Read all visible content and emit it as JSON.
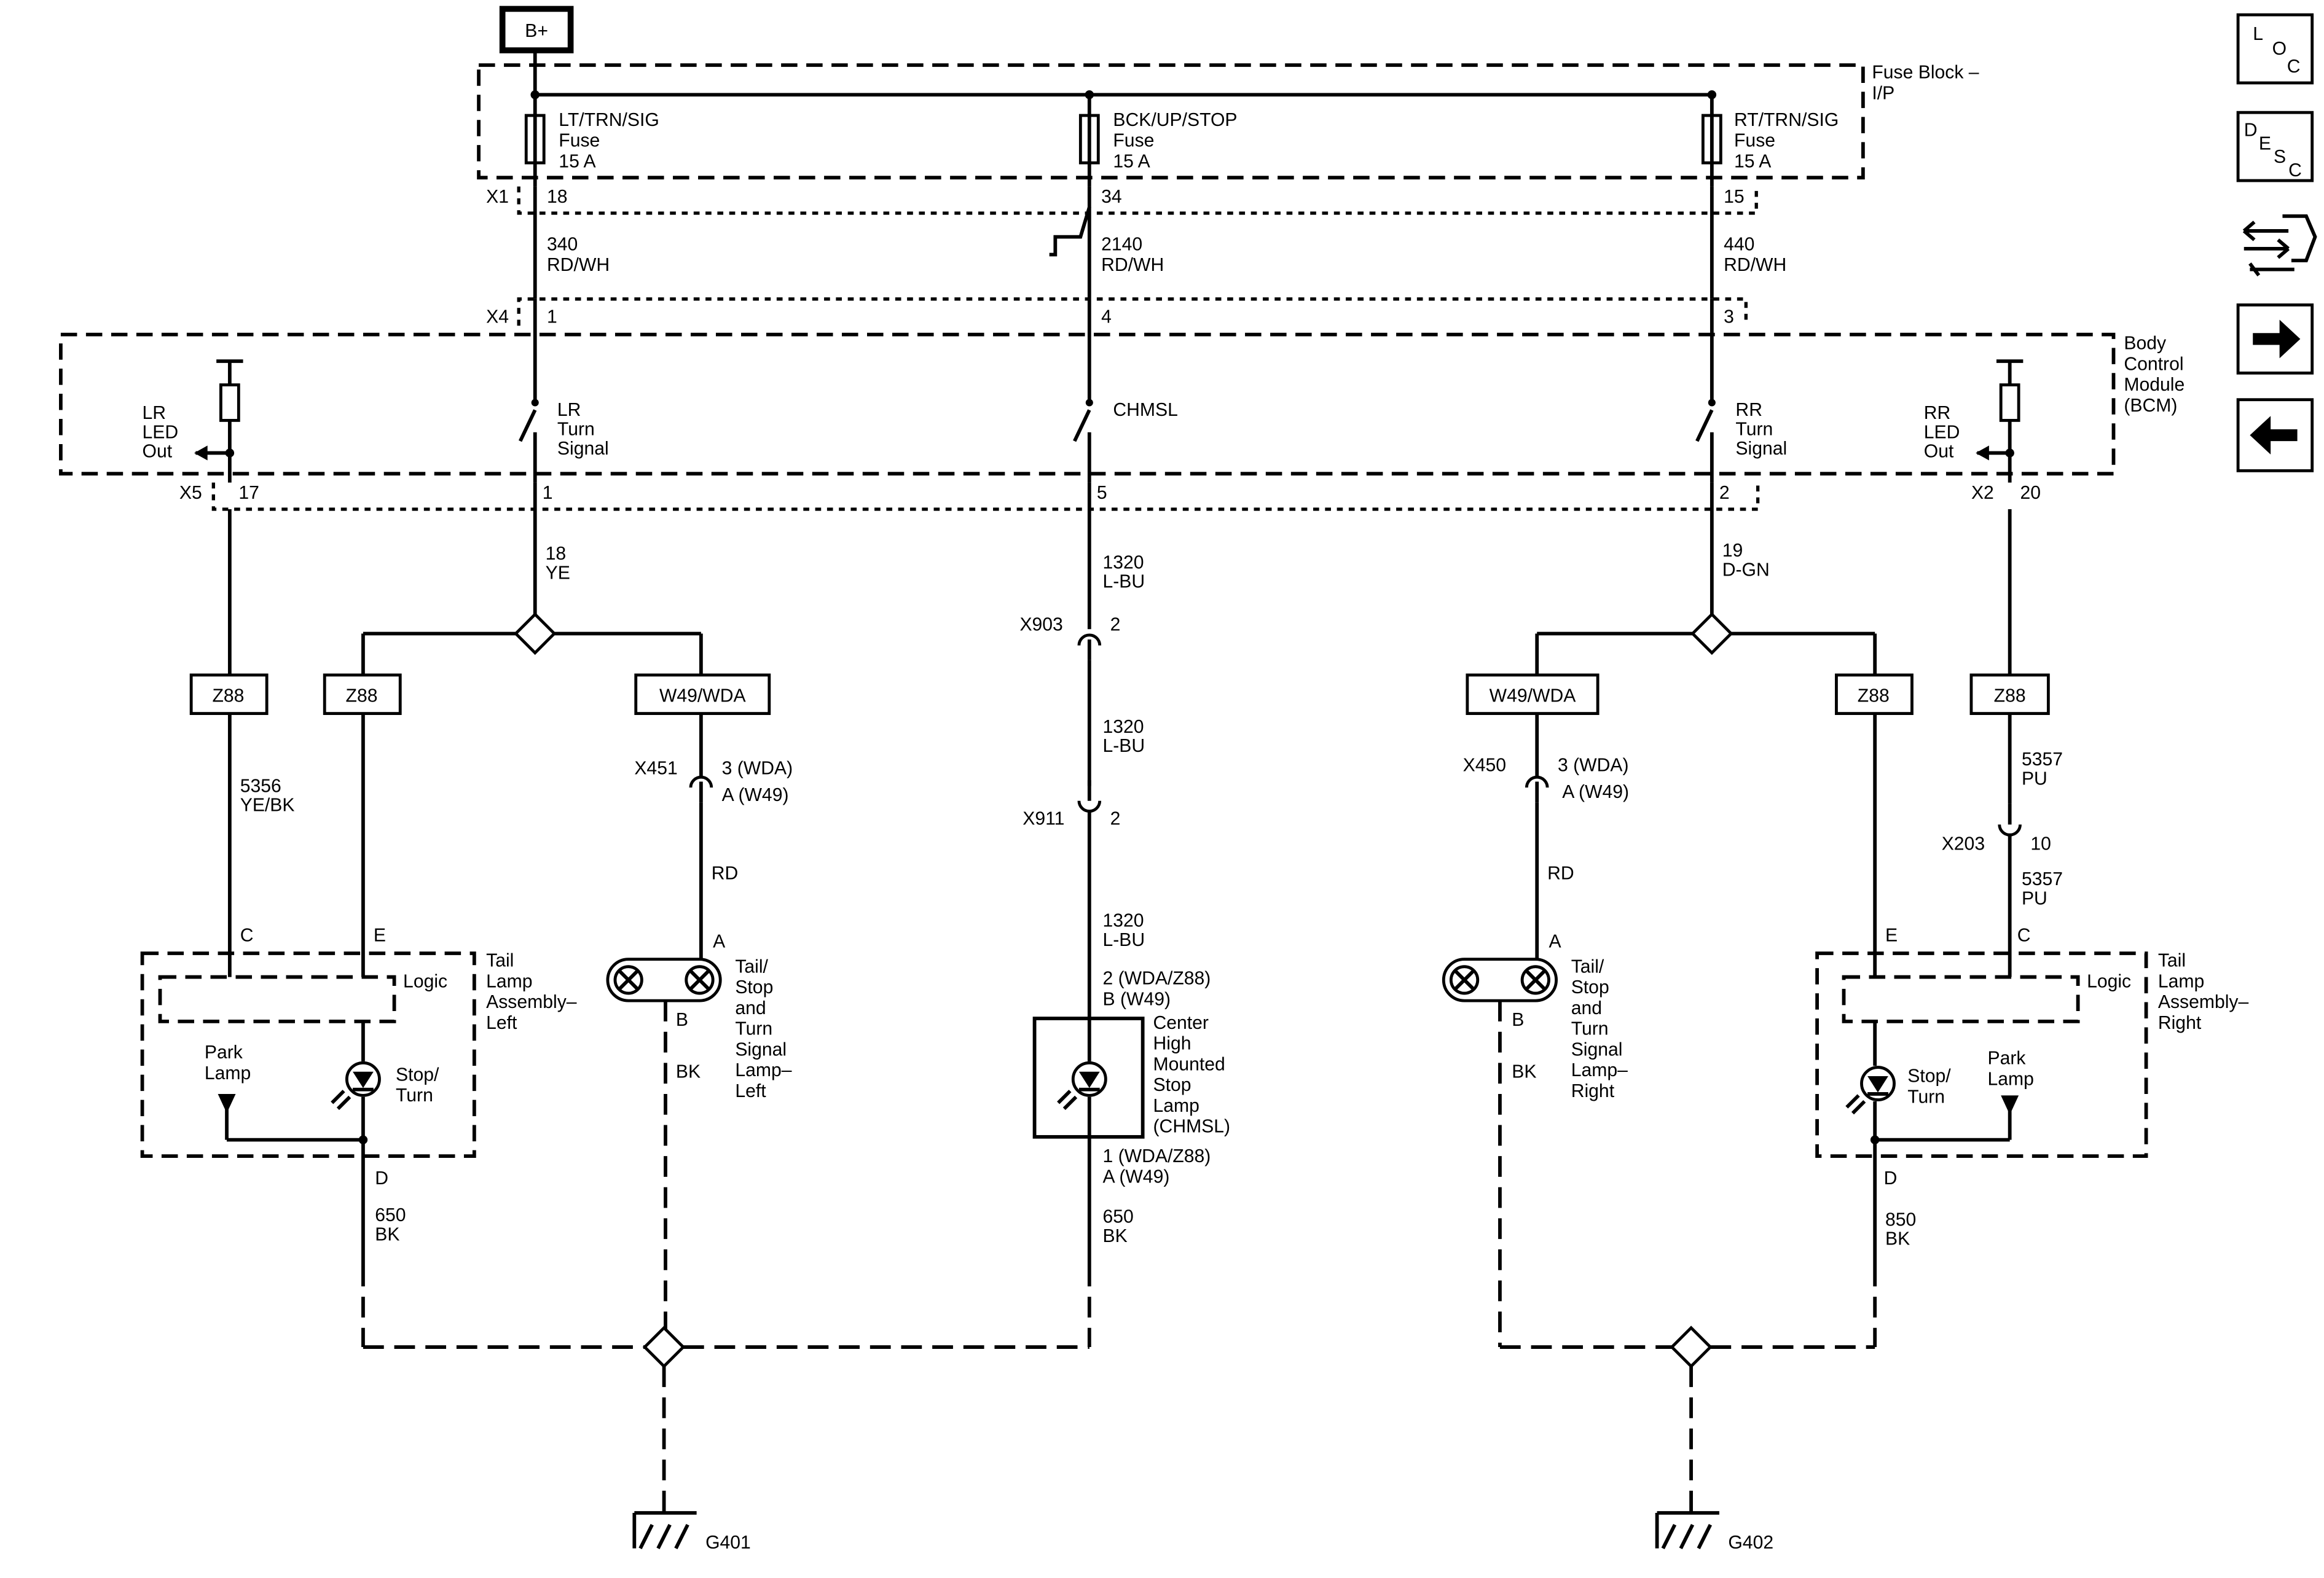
{
  "supply": {
    "label": "B+"
  },
  "modules": {
    "fuse_block": [
      "Fuse Block –",
      "I/P"
    ],
    "bcm": [
      "Body",
      "Control",
      "Module",
      "(BCM)"
    ],
    "tail_lamp_left": [
      "Tail",
      "Lamp",
      "Assembly–",
      "Left"
    ],
    "tail_lamp_right": [
      "Tail",
      "Lamp",
      "Assembly–",
      "Right"
    ],
    "tsl_left": [
      "Tail/",
      "Stop",
      "and",
      "Turn",
      "Signal",
      "Lamp–",
      "Left"
    ],
    "tsl_right": [
      "Tail/",
      "Stop",
      "and",
      "Turn",
      "Signal",
      "Lamp–",
      "Right"
    ],
    "chmsl": [
      "Center",
      "High",
      "Mounted",
      "Stop",
      "Lamp",
      "(CHMSL)"
    ]
  },
  "fuses": {
    "lt": [
      "LT/TRN/SIG",
      "Fuse",
      "15 A"
    ],
    "bck": [
      "BCK/UP/STOP",
      "Fuse",
      "15 A"
    ],
    "rt": [
      "RT/TRN/SIG",
      "Fuse",
      "15 A"
    ]
  },
  "switches": {
    "lr_turn": [
      "LR",
      "Turn",
      "Signal"
    ],
    "chmsl": [
      "CHMSL"
    ],
    "rr_turn": [
      "RR",
      "Turn",
      "Signal"
    ],
    "lr_led": [
      "LR",
      "LED",
      "Out"
    ],
    "rr_led": [
      "RR",
      "LED",
      "Out"
    ]
  },
  "connectors": {
    "x1": {
      "name": "X1",
      "pins": [
        "18",
        "34",
        "15"
      ]
    },
    "x4": {
      "name": "X4",
      "pins": [
        "1",
        "4",
        "3"
      ]
    },
    "x5": {
      "name": "X5",
      "pins": [
        "17",
        "1",
        "5",
        "2"
      ]
    },
    "x2": {
      "name": "X2",
      "pin": "20"
    },
    "x903": {
      "name": "X903",
      "pin": "2"
    },
    "x911": {
      "name": "X911",
      "pin": "2"
    },
    "x451": {
      "name": "X451",
      "pins": [
        "3 (WDA)",
        "A (W49)"
      ]
    },
    "x450": {
      "name": "X450",
      "pins": [
        "3 (WDA)",
        "A (W49)"
      ]
    },
    "x203": {
      "name": "X203",
      "pin": "10"
    }
  },
  "wires": {
    "w340": [
      "340",
      "RD/WH"
    ],
    "w2140": [
      "2140",
      "RD/WH"
    ],
    "w440": [
      "440",
      "RD/WH"
    ],
    "w18": [
      "18",
      "YE"
    ],
    "w1320a": [
      "1320",
      "L-BU"
    ],
    "w1320b": [
      "1320",
      "L-BU"
    ],
    "w1320c": [
      "1320",
      "L-BU"
    ],
    "w19": [
      "19",
      "D-GN"
    ],
    "w5356": [
      "5356",
      "YE/BK"
    ],
    "w5357a": [
      "5357",
      "PU"
    ],
    "w5357b": [
      "5357",
      "PU"
    ],
    "w650l": [
      "650",
      "BK"
    ],
    "w650c": [
      "650",
      "BK"
    ],
    "w850": [
      "850",
      "BK"
    ],
    "rd_left": "RD",
    "rd_right": "RD",
    "bk_left": "BK",
    "bk_right": "BK"
  },
  "options": {
    "z88": "Z88",
    "w49wda": "W49/WDA"
  },
  "pins": {
    "c": "C",
    "e": "E",
    "d": "D",
    "a": "A",
    "b": "B",
    "chmsl_top": [
      "2 (WDA/Z88)",
      "B (W49)"
    ],
    "chmsl_bot": [
      "1 (WDA/Z88)",
      "A (W49)"
    ]
  },
  "internal": {
    "logic": "Logic",
    "park_lamp": [
      "Park",
      "Lamp"
    ],
    "stop_turn": [
      "Stop/",
      "Turn"
    ]
  },
  "grounds": {
    "g401": "G401",
    "g402": "G402"
  },
  "nav": {
    "loc": [
      "L",
      "O",
      "C"
    ],
    "desc": [
      "D",
      "E",
      "S",
      "C"
    ]
  }
}
